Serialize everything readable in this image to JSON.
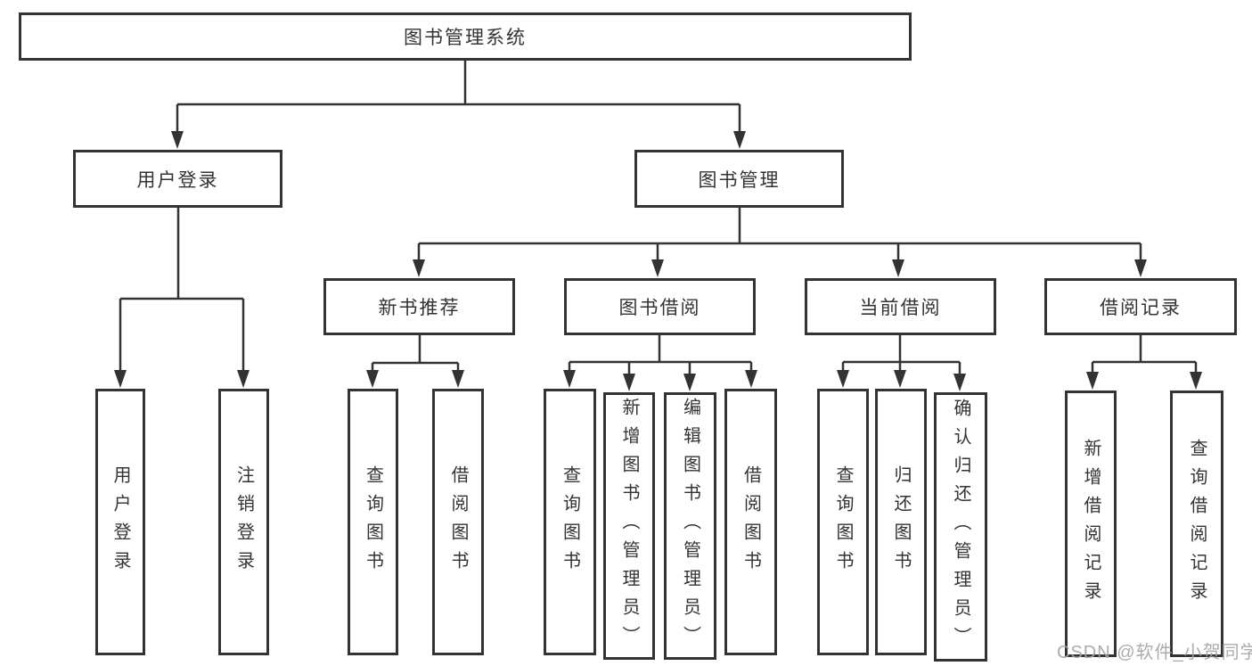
{
  "diagram_title": "图书管理系统",
  "tree": {
    "label": "图书管理系统",
    "children": [
      {
        "label": "用户登录",
        "children": [
          {
            "label": "用户登录"
          },
          {
            "label": "注销登录"
          }
        ]
      },
      {
        "label": "图书管理",
        "children": [
          {
            "label": "新书推荐",
            "children": [
              {
                "label": "查询图书"
              },
              {
                "label": "借阅图书"
              }
            ]
          },
          {
            "label": "图书借阅",
            "children": [
              {
                "label": "查询图书"
              },
              {
                "label": "新增图书（管理员）"
              },
              {
                "label": "编辑图书（管理员）"
              },
              {
                "label": "借阅图书"
              }
            ]
          },
          {
            "label": "当前借阅",
            "children": [
              {
                "label": "查询图书"
              },
              {
                "label": "归还图书"
              },
              {
                "label": "确认归还（管理员）"
              }
            ]
          },
          {
            "label": "借阅记录",
            "children": [
              {
                "label": "新增借阅记录"
              },
              {
                "label": "查询借阅记录"
              }
            ]
          }
        ]
      }
    ]
  },
  "watermark": "CSDN @软件_小贺同学",
  "colors": {
    "line": "#333333",
    "text": "#333333",
    "box_fill": "#ffffff",
    "watermark": "#a5a5a9",
    "background": "#ffffff"
  }
}
